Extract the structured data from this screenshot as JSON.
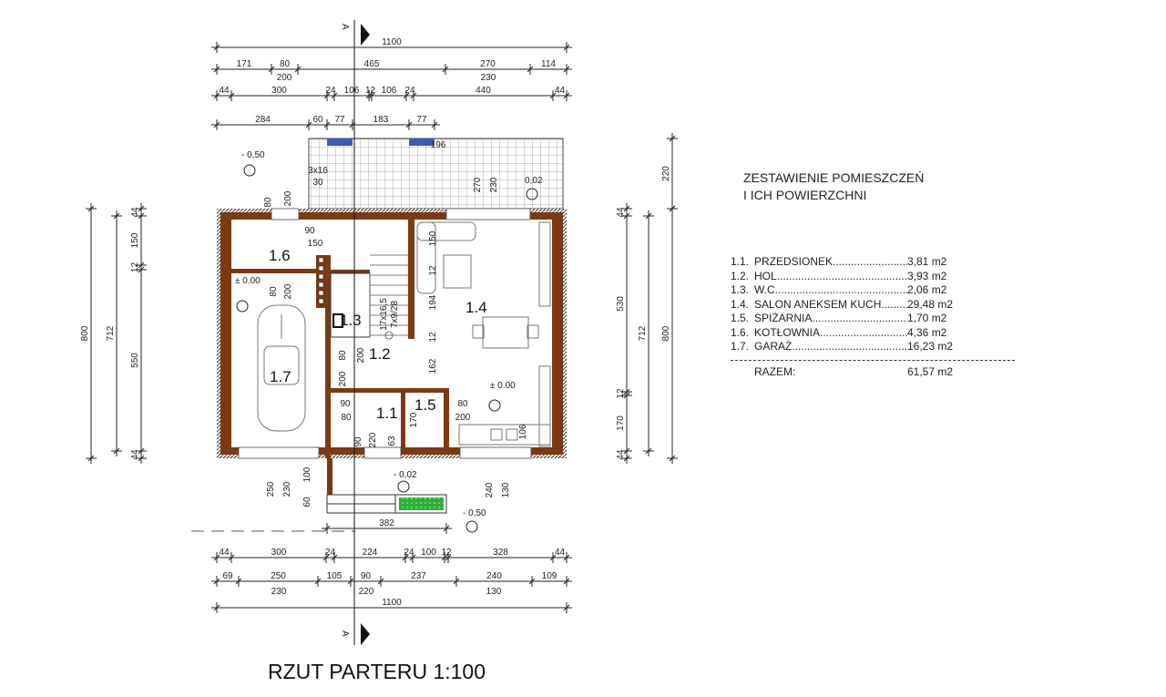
{
  "title": "RZUT PARTERU  1:100",
  "section_marker": "A",
  "legend": {
    "heading_line1": "ZESTAWIENIE POMIESZCZEŃ",
    "heading_line2": "I ICH POWIERZCHNI",
    "rooms": [
      {
        "no": "1.1.",
        "name": "PRZEDSIONEK",
        "area": "3,81 m2"
      },
      {
        "no": "1.2.",
        "name": "HOL",
        "area": "3,93 m2"
      },
      {
        "no": "1.3.",
        "name": "W.C",
        "area": "2,06 m2"
      },
      {
        "no": "1.4.",
        "name": "SALON ANEKSEM KUCH",
        "area": "29,48 m2"
      },
      {
        "no": "1.5.",
        "name": "SPIŻARNIA",
        "area": "1,70 m2"
      },
      {
        "no": "1.6.",
        "name": "KOTŁOWNIA",
        "area": "4,36 m2"
      },
      {
        "no": "1.7.",
        "name": "GARAŻ",
        "area": "16,23 m2"
      }
    ],
    "total_label": "RAZEM:",
    "total_area": "61,57 m2"
  },
  "room_labels": [
    "1.1",
    "1.2",
    "1.3",
    "1.4",
    "1.5",
    "1.6",
    "1.7"
  ],
  "levels": {
    "garage": "± 0.00",
    "living": "± 0.00",
    "terrace": "0,02",
    "ground_nw": "- 0,50",
    "entry": "- 0,02",
    "ground_se": "- 0,50"
  },
  "dims": {
    "top1": [
      "1100"
    ],
    "top2": [
      "171",
      "80",
      "465",
      "270",
      "114"
    ],
    "top2b": [
      "200",
      "230"
    ],
    "top3": [
      "44",
      "300",
      "24",
      "106",
      "12",
      "106",
      "24",
      "440",
      "44"
    ],
    "top4": [
      "284",
      "60",
      "77",
      "183",
      "77"
    ],
    "bottom1": [
      "44",
      "300",
      "24",
      "224",
      "24",
      "100",
      "12",
      "328",
      "44"
    ],
    "bottom2": [
      "69",
      "250",
      "105",
      "90",
      "237",
      "240",
      "109"
    ],
    "bottom2b": [
      "230",
      "220",
      "130"
    ],
    "bottom3": [
      "1100"
    ],
    "left_outer": [
      "800"
    ],
    "left_mid": [
      "712"
    ],
    "left_chain": [
      "44",
      "150",
      "12",
      "550",
      "44"
    ],
    "right_chain": [
      "44",
      "530",
      "12",
      "170",
      "44"
    ],
    "right_mid": [
      "712"
    ],
    "right_outer": [
      "800"
    ],
    "right_terrace": [
      "220"
    ],
    "entry_width": [
      "382"
    ],
    "interior": [
      "90",
      "150",
      "80",
      "200",
      "80",
      "200",
      "80",
      "200",
      "90",
      "80",
      "200",
      "220",
      "90",
      "63",
      "170",
      "80",
      "200",
      "106",
      "194",
      "12",
      "162",
      "12",
      "150",
      "270",
      "230",
      "250",
      "230",
      "100",
      "60",
      "240",
      "130",
      "3x16",
      "30",
      "196",
      "17x16,5",
      "7x9/28"
    ]
  }
}
